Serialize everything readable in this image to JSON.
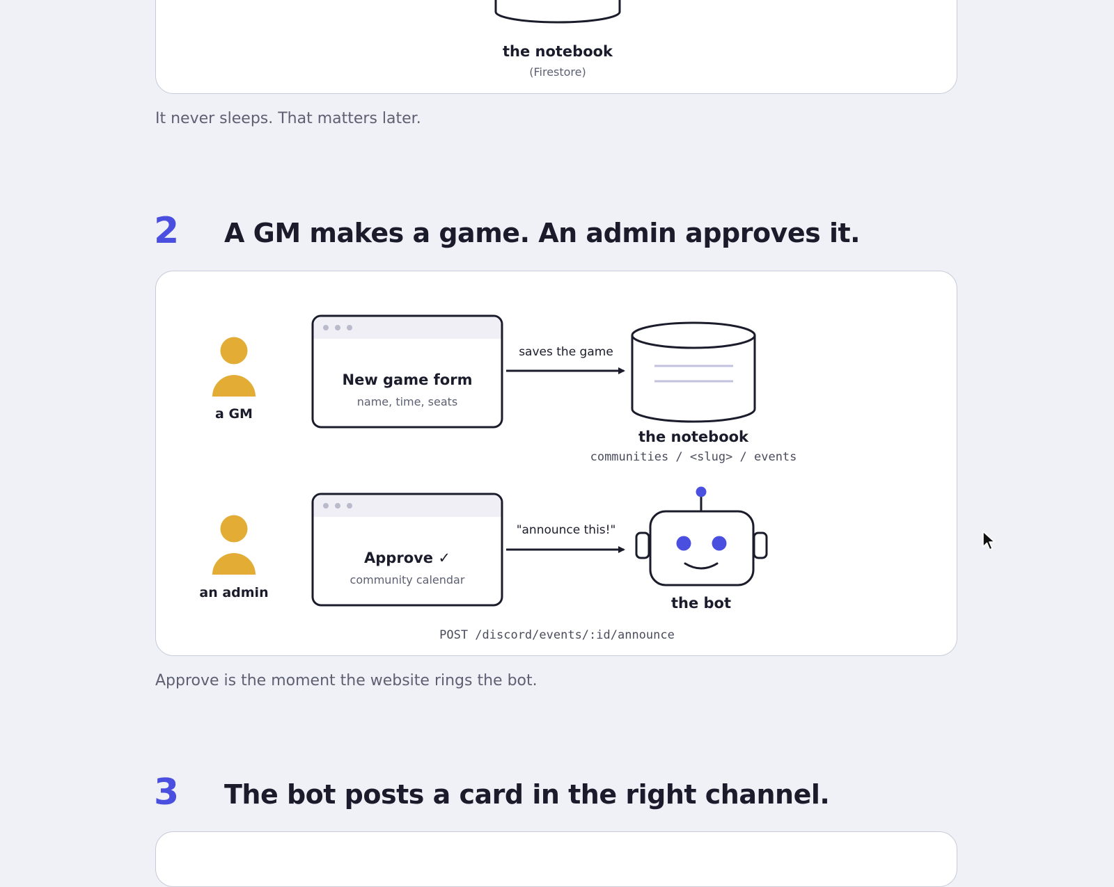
{
  "section1": {
    "db_label": "the notebook",
    "db_sublabel": "(Firestore)",
    "caption": "It never sleeps. That matters later."
  },
  "section2": {
    "number": "2",
    "title": "A GM makes a game. An admin approves it.",
    "gm_label": "a GM",
    "admin_label": "an admin",
    "form_title": "New game form",
    "form_sub": "name, time, seats",
    "arrow1_label": "saves the game",
    "db_label": "the notebook",
    "db_path": "communities / <slug> / events",
    "approve_title": "Approve ✓",
    "approve_sub": "community calendar",
    "arrow2_label": "\"announce this!\"",
    "bot_label": "the bot",
    "endpoint": "POST /discord/events/:id/announce",
    "caption": "Approve is the moment the website rings the bot."
  },
  "section3": {
    "number": "3",
    "title": "The bot posts a card in the right channel."
  },
  "colors": {
    "accent": "#4b4fdf",
    "person": "#e2ac35",
    "ink": "#1b1c2b",
    "muted": "#5d6072"
  },
  "icons": {
    "person": "person-icon",
    "database": "database-icon",
    "robot": "robot-icon",
    "cursor": "cursor-icon"
  }
}
